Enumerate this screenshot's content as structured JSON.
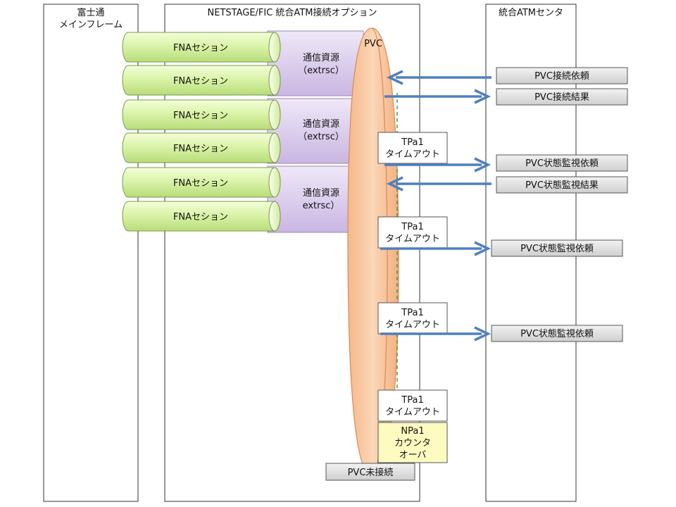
{
  "columns": {
    "left": {
      "line1": "富士通",
      "line2": "メインフレーム"
    },
    "middle": {
      "title": "NETSTAGE/FIC 統合ATM接続オプション"
    },
    "right": {
      "title": "統合ATMセンタ"
    }
  },
  "sessions": [
    "FNAセション",
    "FNAセション",
    "FNAセション",
    "FNAセション",
    "FNAセション",
    "FNAセション"
  ],
  "resources": [
    {
      "line1": "通信資源",
      "line2": "（extrsc）"
    },
    {
      "line1": "通信資源",
      "line2": "（extrsc）"
    },
    {
      "line1": "通信資源",
      "line2": "extrsc）"
    }
  ],
  "pvc": {
    "label": "PVC",
    "unconnected": "PVC未接続"
  },
  "timeouts": [
    {
      "line1": "TPa1",
      "line2": "タイムアウト"
    },
    {
      "line1": "TPa1",
      "line2": "タイムアウト"
    },
    {
      "line1": "TPa1",
      "line2": "タイムアウト"
    },
    {
      "line1": "TPa1",
      "line2": "タイムアウト"
    }
  ],
  "counter": {
    "line1": "NPa1",
    "line2": "カウンタ",
    "line3": "オーバ"
  },
  "messages": [
    {
      "label": "PVC接続依頼",
      "direction": "in"
    },
    {
      "label": "PVC接続結果",
      "direction": "out"
    },
    {
      "label": "PVC状態監視依頼",
      "direction": "out"
    },
    {
      "label": "PVC状態監視結果",
      "direction": "in"
    },
    {
      "label": "PVC状態監視依頼",
      "direction": "out"
    },
    {
      "label": "PVC状態監視依頼",
      "direction": "out"
    }
  ],
  "colors": {
    "session_fill": "#dff5b0",
    "resource_fill": "#ddd0ef",
    "pvc_fill": "#f8c8a0",
    "pvc_stroke": "#d98a52",
    "arrow": "#4f7fbf",
    "message_fill": "#dcdcdc",
    "counter_fill": "#fdfbc0",
    "dashed_line": "#2a9a4a"
  }
}
